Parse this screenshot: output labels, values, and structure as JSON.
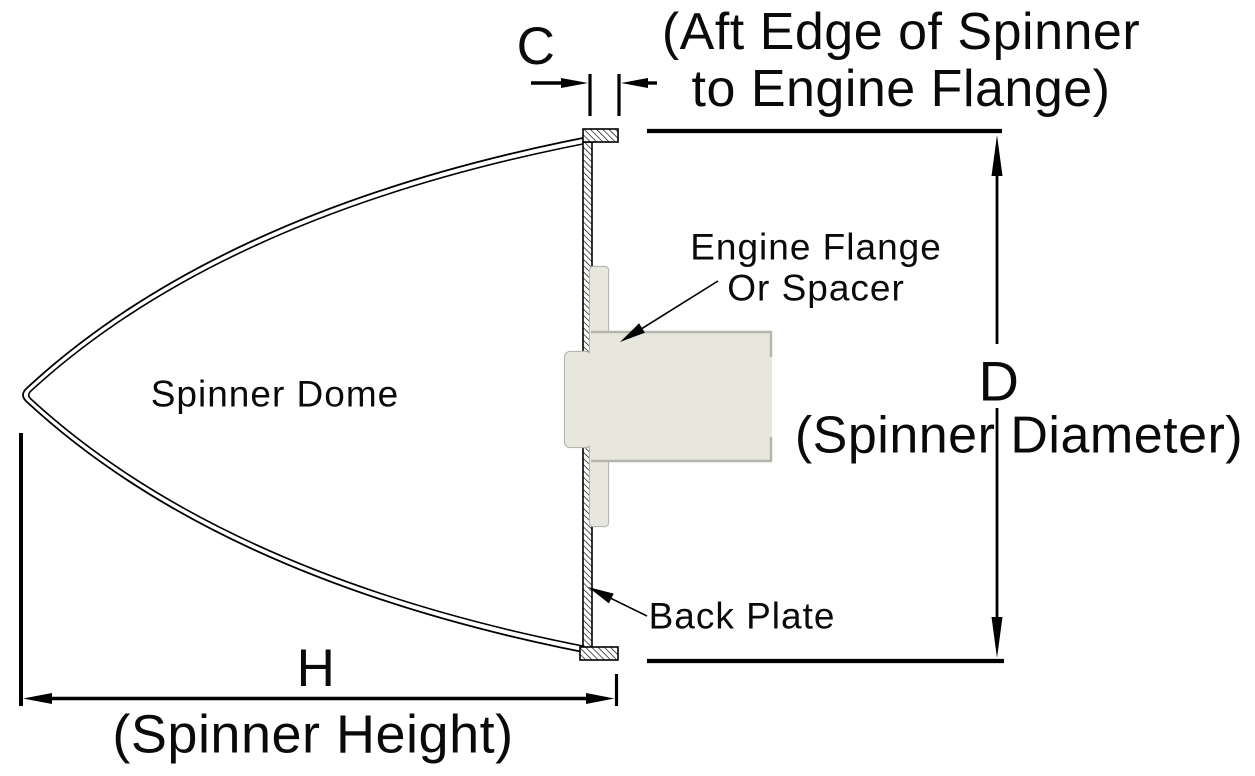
{
  "diagram": {
    "type": "technical-dimension-drawing",
    "subject": "Propeller spinner cross-section",
    "top_note": {
      "line1": "(Aft Edge of Spinner",
      "line2": "to Engine Flange)"
    },
    "dimensions": {
      "c": {
        "letter": "C"
      },
      "d": {
        "letter": "D",
        "description": "(Spinner Diameter)"
      },
      "h": {
        "letter": "H",
        "description": "(Spinner Height)"
      }
    },
    "labels": {
      "spinner_dome": "Spinner Dome",
      "engine_flange_line1": "Engine Flange",
      "engine_flange_line2": "Or Spacer",
      "back_plate": "Back Plate"
    },
    "colors": {
      "background": "#ffffff",
      "line": "#000000",
      "flange_fill": "#e7e7de",
      "flange_border": "#b5b5ad"
    }
  }
}
